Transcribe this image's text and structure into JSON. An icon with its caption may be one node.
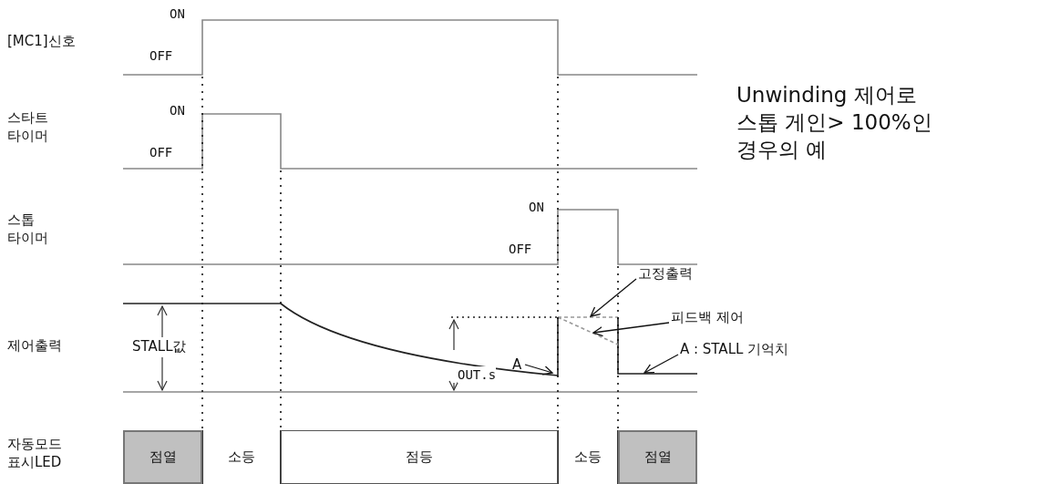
{
  "diagram": {
    "nodes": [
      {
        "text": [
          "A"
        ]
      },
      {
        "text": [
          "고정출력"
        ]
      },
      {
        "text": [
          "피드백 제어"
        ]
      },
      {
        "text": [
          "A : STALL 기억치"
        ]
      },
      {
        "text": [
          "점열"
        ]
      },
      {
        "text": [
          "소등"
        ]
      },
      {
        "text": [
          "점등"
        ]
      },
      {
        "text": [
          "소등"
        ]
      },
      {
        "text": [
          "점열"
        ]
      }
    ],
    "edges": [
      {
        "from": 0,
        "to": null,
        "arrow": "to"
      },
      {
        "from": 1,
        "to": null,
        "arrow": "to"
      },
      {
        "from": 2,
        "to": null,
        "arrow": "to"
      },
      {
        "from": 3,
        "to": null,
        "arrow": "to"
      }
    ],
    "labels": [
      "[MC1]신호",
      "ON",
      "OFF",
      "스타트 타이머",
      "ON",
      "OFF",
      "Unwinding 제어로 스톱 게인> 100%인 경우의 예",
      "스톱 타이머",
      "ON",
      "OFF",
      "제어출력",
      "STALL값",
      "OUT.s",
      "자동모드 표시LED"
    ]
  }
}
